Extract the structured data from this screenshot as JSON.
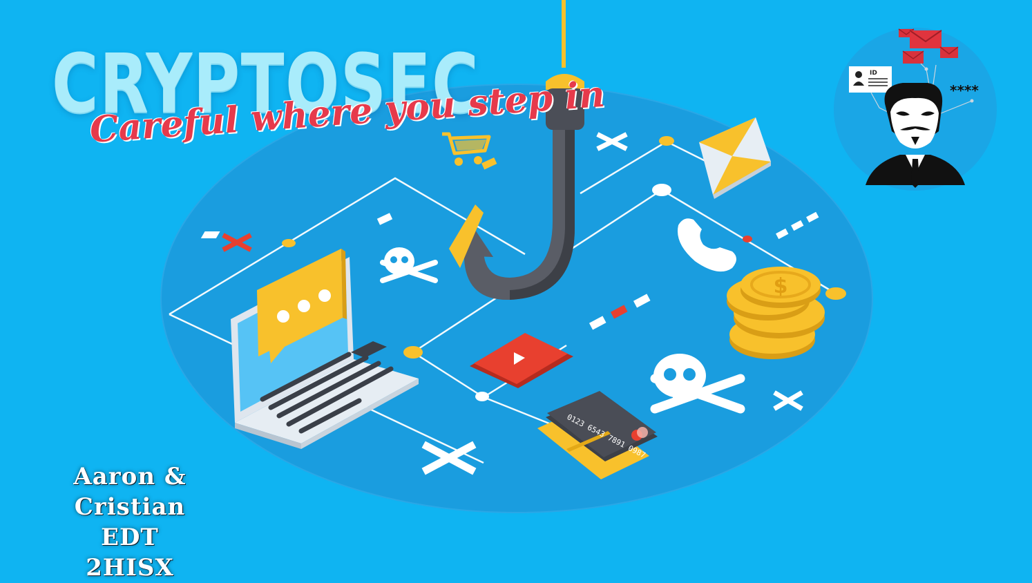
{
  "title": "CRYPTOSEC",
  "tagline": "Careful where you step in",
  "credits": {
    "names": "Aaron & Cristian",
    "group": "EDT",
    "class": "2HISX"
  },
  "badge": {
    "id_label": "ID",
    "password_mask": "****"
  },
  "credit_card": {
    "number": "0123 6543 7891 0987"
  },
  "icons": {
    "hook": "fishing-hook-icon",
    "laptop": "laptop-icon",
    "chat": "chat-bubble-icon",
    "skull": "skull-crossbones-icon",
    "phone": "phone-icon",
    "coins": "coin-stack-icon",
    "video": "video-play-icon",
    "cart": "shopping-cart-icon",
    "mail": "envelope-icon",
    "hacker": "anonymous-mask-icon"
  },
  "colors": {
    "background": "#0fb4f2",
    "platform": "#1a9ddf",
    "accent_yellow": "#f8c12c",
    "accent_red": "#e8402f",
    "title_cyan": "#a9ecfb",
    "tagline_red": "#e63a4b"
  }
}
